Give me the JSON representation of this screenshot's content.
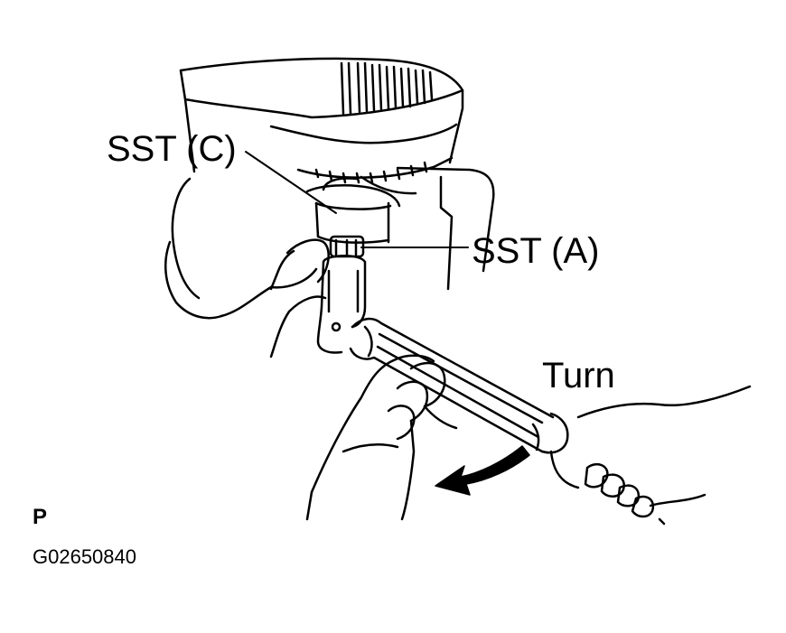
{
  "labels": {
    "sst_c": "SST (C)",
    "sst_a": "SST (A)",
    "turn": "Turn",
    "view_letter": "P",
    "figure_code": "G02650840"
  },
  "colors": {
    "ink": "#000000",
    "paper": "#ffffff"
  }
}
